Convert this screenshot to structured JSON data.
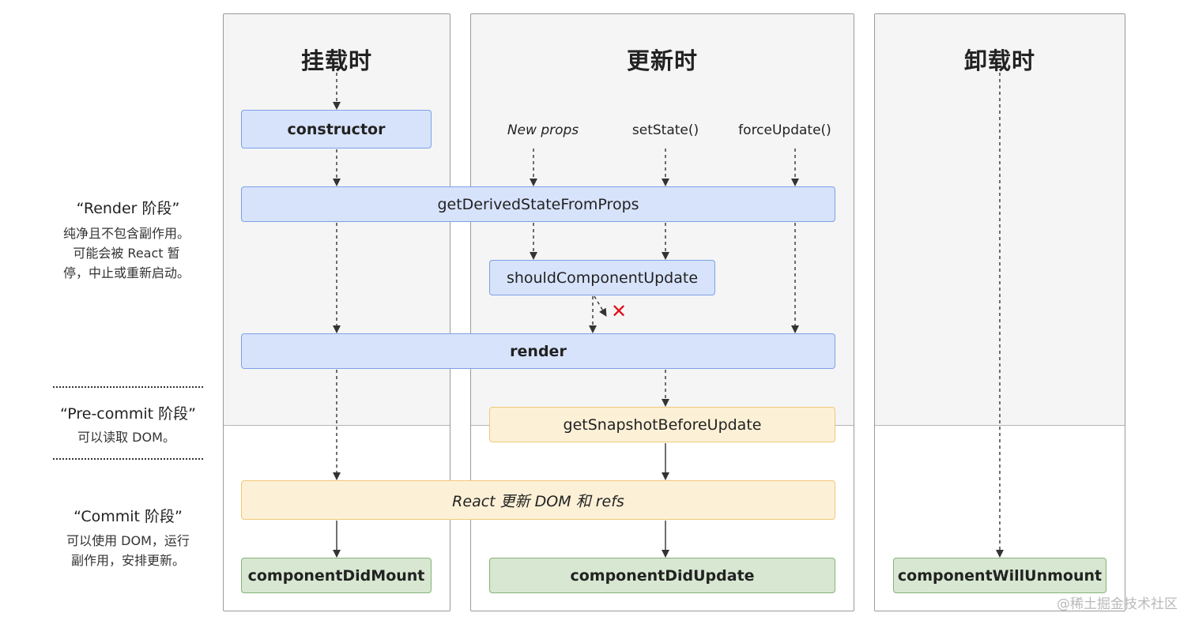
{
  "columns": {
    "mount": {
      "title": "挂载时"
    },
    "update": {
      "title": "更新时"
    },
    "unmount": {
      "title": "卸载时"
    }
  },
  "triggers": {
    "new_props": "New props",
    "set_state": "setState()",
    "force_update": "forceUpdate()"
  },
  "boxes": {
    "constructor": "constructor",
    "get_derived_state": "getDerivedStateFromProps",
    "should_component_update": "shouldComponentUpdate",
    "render": "render",
    "get_snapshot": "getSnapshotBeforeUpdate",
    "react_updates_dom": "React 更新 DOM 和 refs",
    "component_did_mount": "componentDidMount",
    "component_did_update": "componentDidUpdate",
    "component_will_unmount": "componentWillUnmount"
  },
  "phases": {
    "render": {
      "title": "“Render 阶段”",
      "desc_lines": [
        "纯净且不包含副作用。",
        "可能会被 React 暂",
        "停，中止或重新启动。"
      ]
    },
    "precommit": {
      "title": "“Pre-commit 阶段”",
      "desc_lines": [
        "可以读取 DOM。"
      ]
    },
    "commit": {
      "title": "“Commit 阶段”",
      "desc_lines": [
        "可以使用 DOM，运行",
        "副作用，安排更新。"
      ]
    }
  },
  "cancel_mark": "✕",
  "watermark": "@稀土掘金技术社区",
  "colors": {
    "render_phase_box": "#d7e3fb",
    "precommit_box": "#fcf0d6",
    "commit_box": "#d7e7d1",
    "cancel": "#e0101a"
  }
}
